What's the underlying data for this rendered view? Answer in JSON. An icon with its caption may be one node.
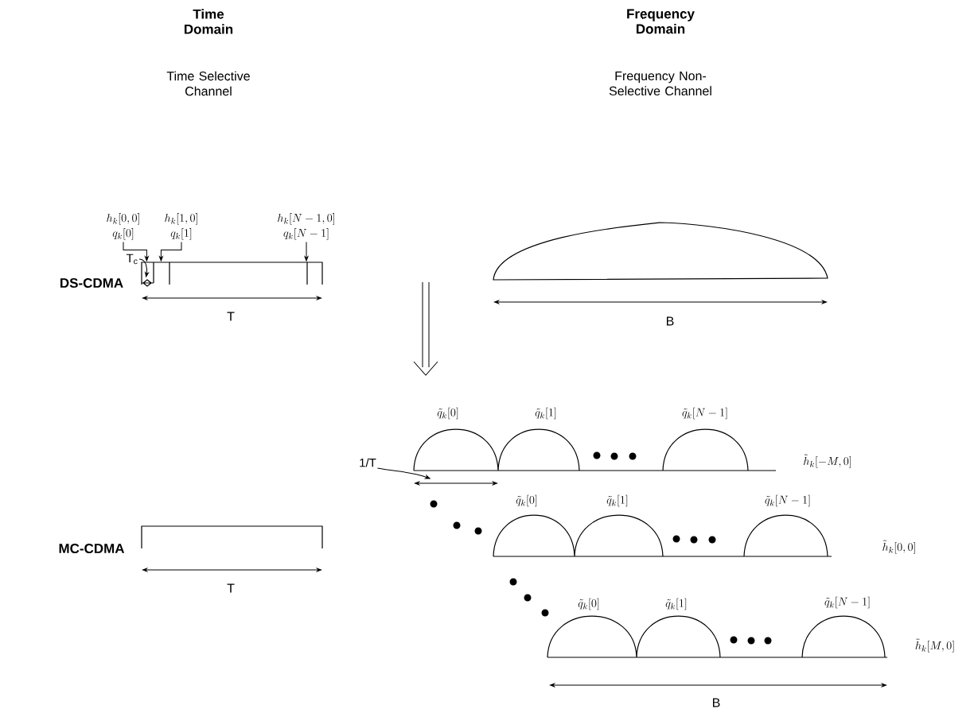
{
  "diagram": {
    "nodes": [
      {
        "text": [
          "h_k[0,0]",
          "q_k[0]"
        ]
      },
      {
        "text": [
          "h_k[1,0]",
          "q_k[1]"
        ]
      },
      {
        "text": [
          "h_k[N-1,0]",
          "q_k[N-1]"
        ]
      },
      {
        "text": [
          "T$_{c}$"
        ]
      },
      {
        "text": [
          "1/T"
        ]
      },
      {
        "text": [],
        "shape": "box"
      },
      {
        "text": [],
        "shape": "arc"
      },
      {
        "text": [],
        "shape": "arrow"
      }
    ],
    "edges": [
      {
        "from": 0,
        "to": 5,
        "arrow": "to"
      },
      {
        "from": 1,
        "to": 5,
        "arrow": "to"
      },
      {
        "from": 2,
        "to": 5,
        "arrow": "to"
      },
      {
        "from": 3,
        "to": 5,
        "arrow": "to"
      },
      {
        "from": 4,
        "to": 7,
        "arrow": "to"
      }
    ],
    "labels": [
      "Time Domain",
      "Frequency Domain",
      "Time Selective Channel",
      "Frequency Non-Selective Channel",
      "DS-CDMA",
      "T",
      "B",
      "\\tilde{q}_k[0]",
      "\\tilde{q}_k[1]",
      "\\tilde{q}_k[N-1]",
      "\\tilde{h}_k[-M,0]",
      "\\tilde{q}_k[0]",
      "\\tilde{q}_k[1]",
      "\\tilde{q}_k[N-1]",
      "MC-CDMA",
      "\\tilde{h}_k[0,0]",
      "T",
      "\\tilde{q}_k[0]",
      "\\tilde{q}_k[1]",
      "\\tilde{q}_k[N-1]",
      "\\tilde{h}_k[M,0]",
      "B"
    ]
  }
}
